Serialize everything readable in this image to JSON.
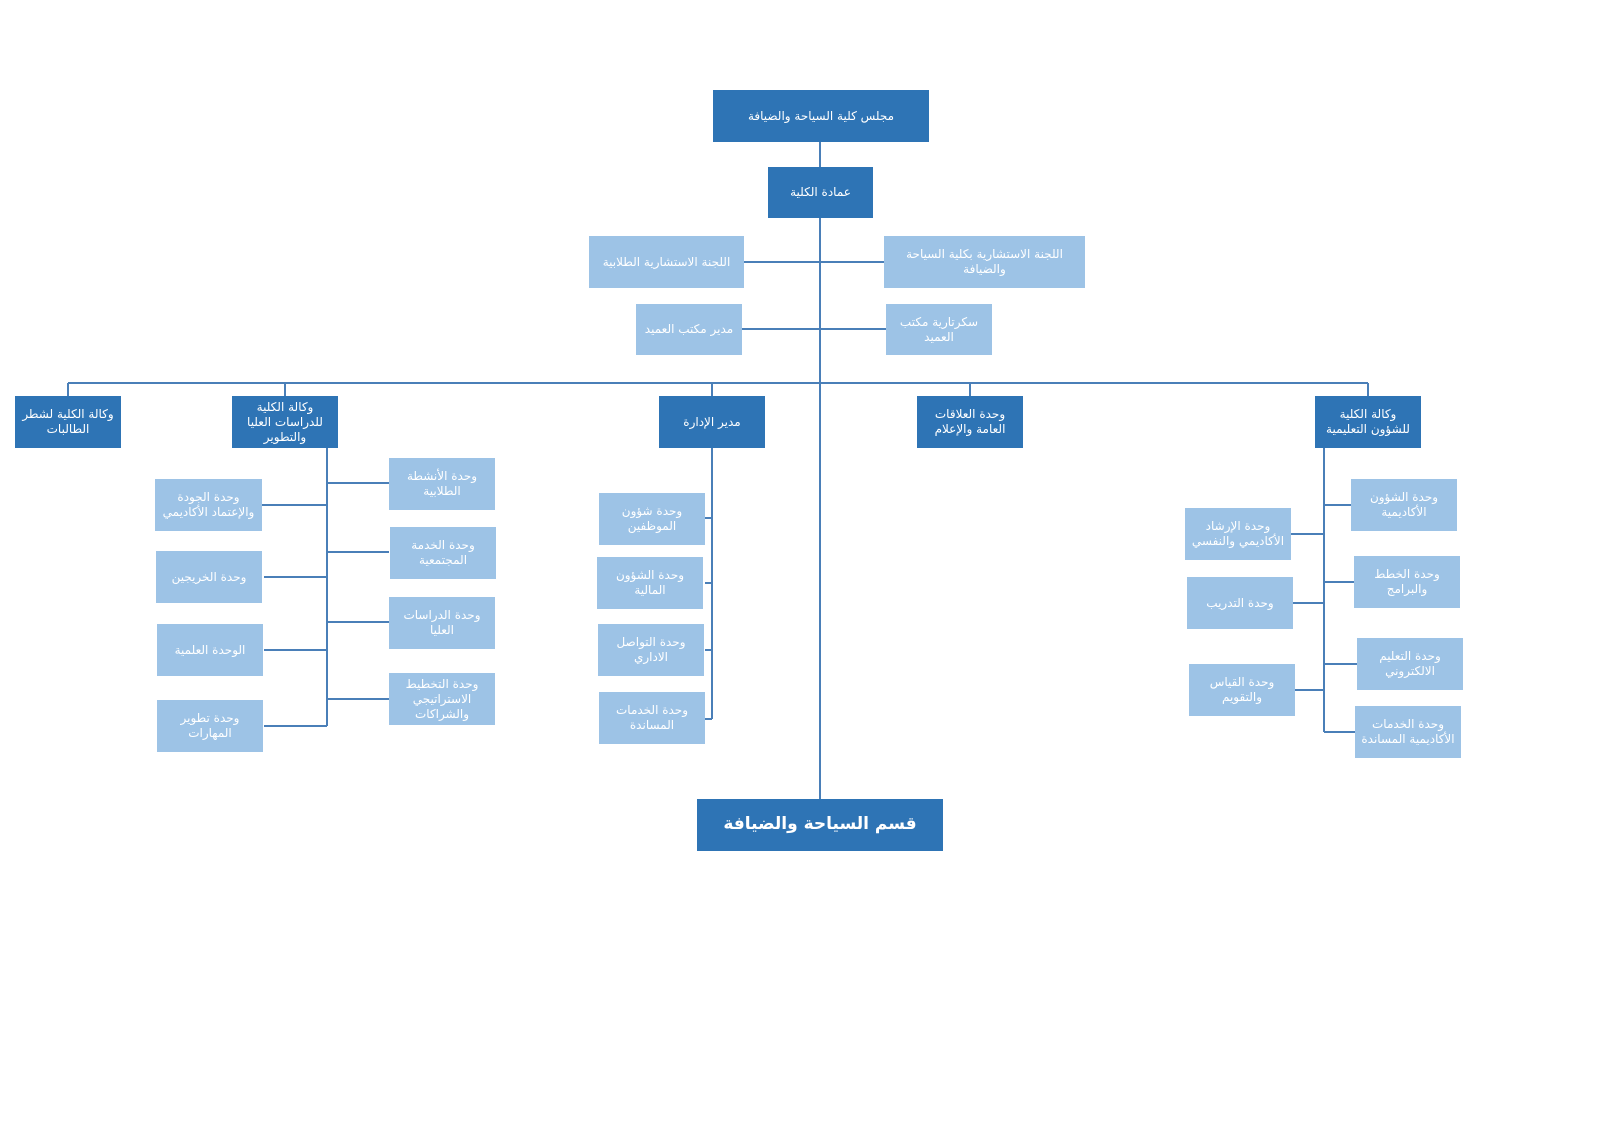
{
  "colors": {
    "dark": "#2e74b5",
    "light": "#9dc3e6",
    "line": "#4a7fb8"
  },
  "nodes": {
    "council": "مجلس كلية السياحة والضيافة",
    "deanship": "عمادة الكلية",
    "student_advisory": "اللجنة الاستشارية الطلابية",
    "college_advisory": "اللجنة الاستشارية بكلية السياحة والضيافة",
    "office_manager": "مدير مكتب العميد",
    "office_secretary": "سكرتارية مكتب العميد",
    "vice_female": "وكالة الكلية لشطر الطالبات",
    "vice_graduate": "وكالة الكلية للدراسات العليا والتطوير",
    "admin_director": "مدير الإدارة",
    "public_relations": "وحدة العلاقات العامة والإعلام",
    "vice_academic": "وكالة الكلية للشؤون التعليمية",
    "department": "قسم السياحة والضيافة"
  },
  "graduate_units_left": [
    "وحدة الجودة والإعتماد الأكاديمي",
    "وحدة الخريجين",
    "الوحدة العلمية",
    "وحدة تطوير المهارات"
  ],
  "graduate_units_right": [
    "وحدة الأنشطة الطلابية",
    "وحدة الخدمة المجتمعية",
    "وحدة الدراسات العليا",
    "وحدة التخطيط الاستراتيجي والشراكات"
  ],
  "admin_units": [
    "وحدة شؤون الموظفين",
    "وحدة الشؤون المالية",
    "وحدة التواصل الاداري",
    "وحدة الخدمات المساندة"
  ],
  "academic_units_left": [
    "وحدة الإرشاد الأكاديمي والنفسي",
    "وحدة التدريب",
    "وحدة القياس والتقويم"
  ],
  "academic_units_right": [
    "وحدة الشؤون الأكاديمية",
    "وحدة الخطط والبرامج",
    "وحدة التعليم الالكتروني",
    "وحدة الخدمات الأكاديمية المساندة"
  ]
}
